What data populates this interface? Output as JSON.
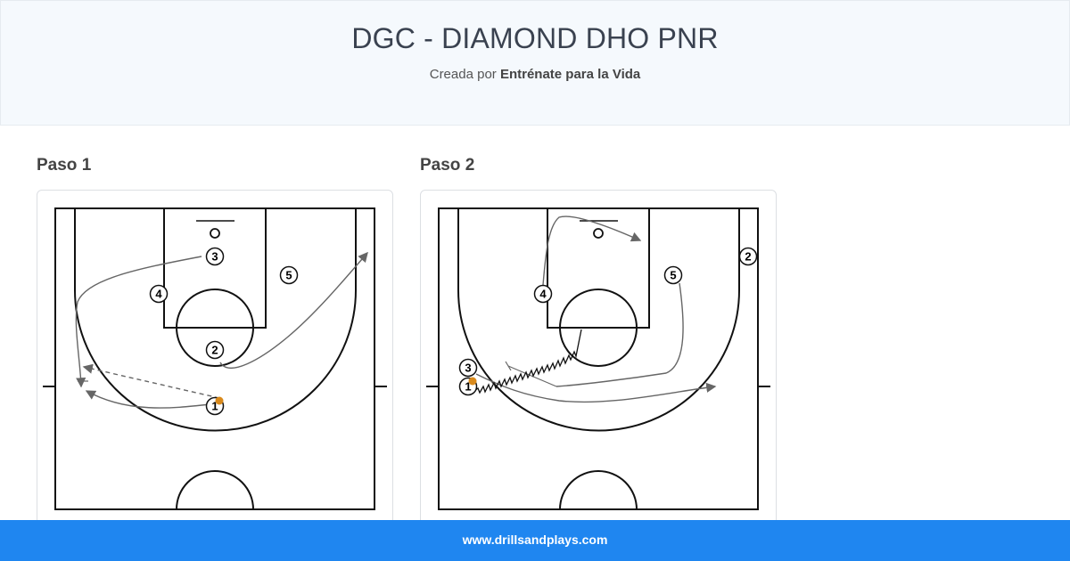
{
  "header": {
    "title": "DGC - DIAMOND DHO PNR",
    "subtitle_prefix": "Creada por",
    "author": "Entrénate para la Vida"
  },
  "steps": [
    {
      "label": "Paso 1",
      "players": [
        "1",
        "2",
        "3",
        "4",
        "5"
      ]
    },
    {
      "label": "Paso 2",
      "players": [
        "1",
        "2",
        "3",
        "4",
        "5"
      ]
    }
  ],
  "colors": {
    "ball": "#d98a1c",
    "footer": "#1f86f0",
    "movement": "#666666"
  },
  "footer": {
    "url": "www.drillsandplays.com"
  }
}
